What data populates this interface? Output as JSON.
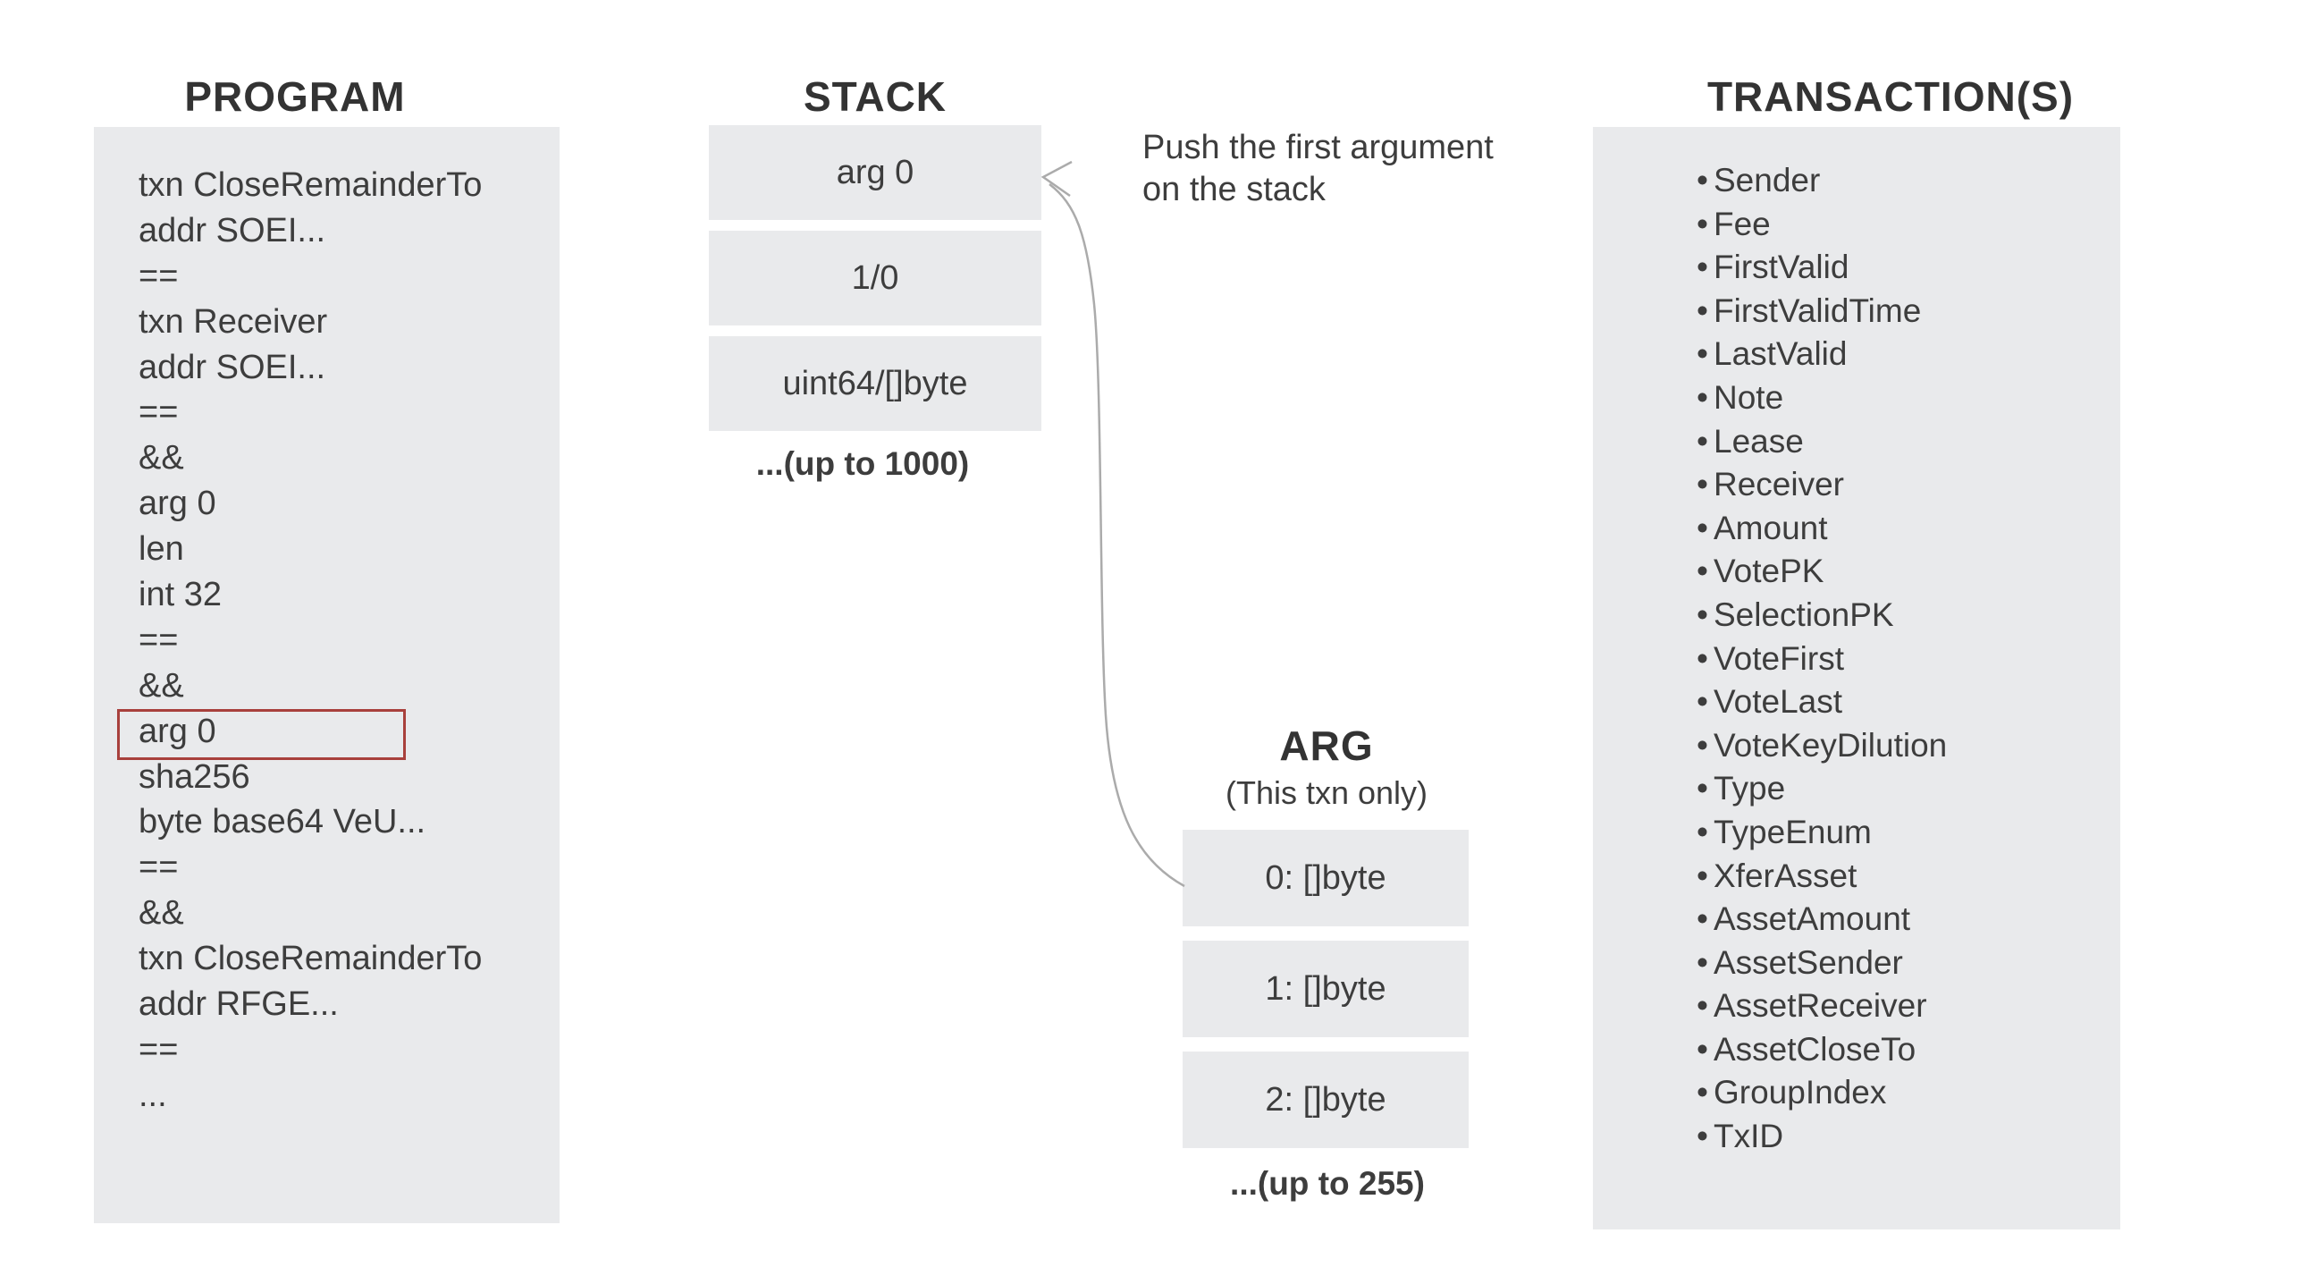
{
  "titles": {
    "program": "PROGRAM",
    "stack": "STACK",
    "arg": "ARG",
    "arg_subtitle": "(This txn only)",
    "transactions": "TRANSACTION(S)"
  },
  "program": {
    "lines": [
      "txn CloseRemainderTo",
      "addr SOEI...",
      "==",
      "txn Receiver",
      "addr SOEI...",
      "==",
      "&&",
      "arg 0",
      "len",
      "int 32",
      "==",
      "&&",
      {
        "text": "arg 0",
        "boxed": true
      },
      "sha256",
      "byte base64 VeU...",
      "==",
      "&&",
      "txn CloseRemainderTo",
      "addr RFGE...",
      "==",
      "..."
    ]
  },
  "stack": {
    "boxes": [
      "arg 0",
      "1/0",
      "uint64/[]byte"
    ],
    "overflow_note": "...(up to 1000)"
  },
  "annotation": {
    "text": "Push the first argument\non the stack"
  },
  "arg": {
    "boxes": [
      "0: []byte",
      "1: []byte",
      "2: []byte"
    ],
    "overflow_note": "...(up to 255)"
  },
  "transactions": {
    "fields": [
      "Sender",
      "Fee",
      "FirstValid",
      "FirstValidTime",
      "LastValid",
      "Note",
      "Lease",
      "Receiver",
      "Amount",
      "VotePK",
      "SelectionPK",
      "VoteFirst",
      "VoteLast",
      "VoteKeyDilution",
      "Type",
      "TypeEnum",
      "XferAsset",
      "AssetAmount",
      "AssetSender",
      "AssetReceiver",
      "AssetCloseTo",
      "GroupIndex",
      "TxID"
    ]
  },
  "colors": {
    "panel": "#e9eaec",
    "text": "#3d3d3d",
    "title": "#333333",
    "highlight_border": "#a8403c",
    "arrow": "#ababab",
    "bg": "#ffffff"
  }
}
